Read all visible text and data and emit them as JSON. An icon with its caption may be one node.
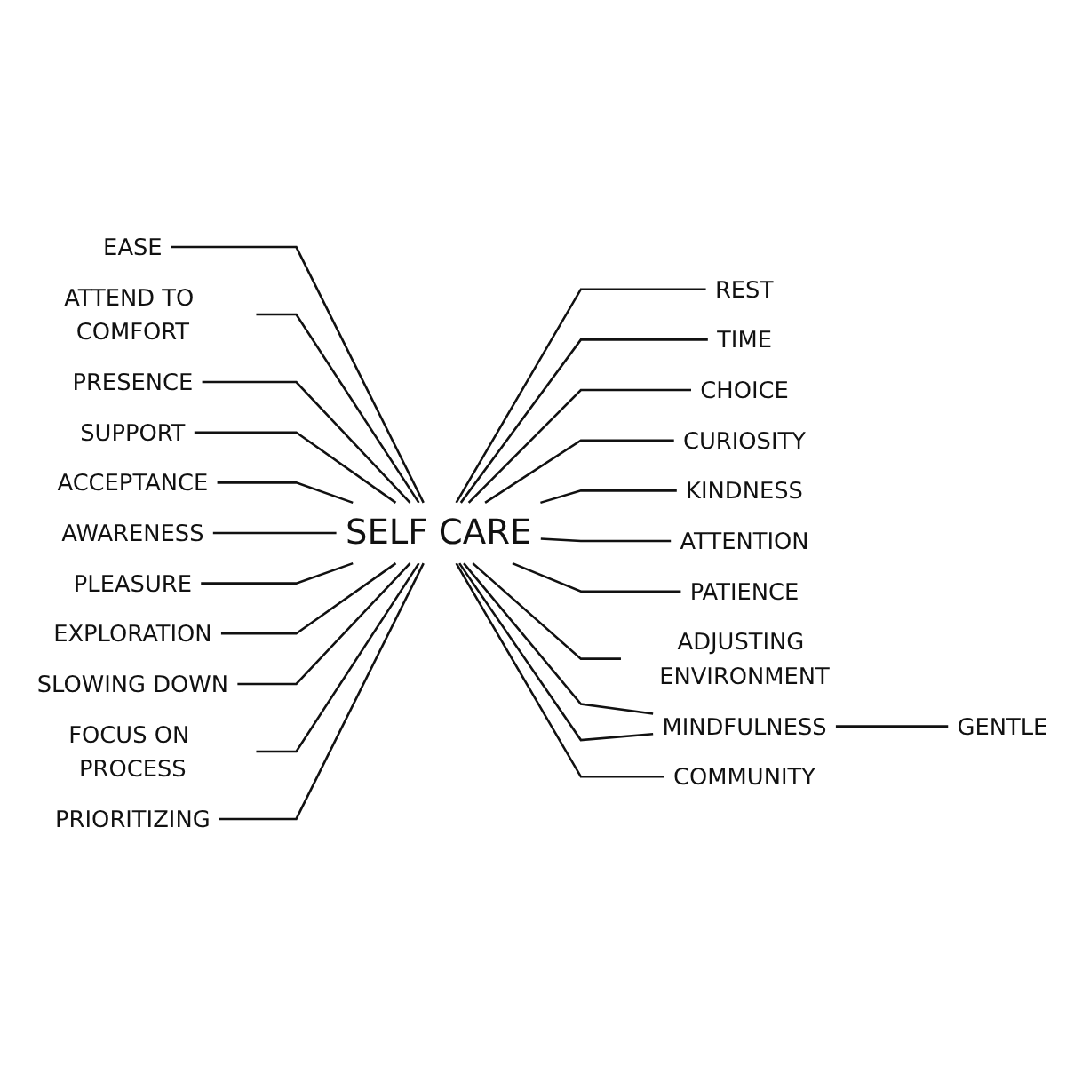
{
  "diagram": {
    "nodes": [
      {
        "text": [
          "SELF CARE"
        ]
      },
      {
        "text": [
          "EASE"
        ]
      },
      {
        "text": [
          "REST"
        ]
      },
      {
        "text": [
          "ATTEND TO COMFORT"
        ]
      },
      {
        "text": [
          "TIME"
        ]
      },
      {
        "text": [
          "CHOICE"
        ]
      },
      {
        "text": [
          "PRESENCE"
        ]
      },
      {
        "text": [
          "CURIOSITY"
        ]
      },
      {
        "text": [
          "SUPPORT"
        ]
      },
      {
        "text": [
          "KINDNESS"
        ]
      },
      {
        "text": [
          "ACCEPTANCE"
        ]
      },
      {
        "text": [
          "ATTENTION"
        ]
      },
      {
        "text": [
          "PATIENCE"
        ]
      },
      {
        "text": [
          "AWARENESS"
        ]
      },
      {
        "text": [
          "ADJUSTING ENVIRONMENT"
        ]
      },
      {
        "text": [
          "PLEASURE"
        ]
      },
      {
        "text": [
          "EXPLORATION"
        ]
      },
      {
        "text": [
          "SLOWING DOWN"
        ]
      },
      {
        "text": [
          "MINDFULNESS"
        ]
      },
      {
        "text": [
          "FOCUS ON PROCESS"
        ]
      },
      {
        "text": [
          "GENTLE"
        ]
      },
      {
        "text": [
          "PRIORITIZING"
        ]
      },
      {
        "text": [
          "COMMUNITY"
        ]
      }
    ],
    "edges": [
      {
        "from": 1,
        "to": 0,
        "arrow": "none"
      },
      {
        "from": 0,
        "to": 2,
        "arrow": "none"
      },
      {
        "from": 3,
        "to": 0,
        "arrow": "none"
      },
      {
        "from": 0,
        "to": 4,
        "arrow": "none"
      },
      {
        "from": 0,
        "to": 5,
        "arrow": "none"
      },
      {
        "from": 6,
        "to": 0,
        "arrow": "none"
      },
      {
        "from": 0,
        "to": 7,
        "arrow": "none"
      },
      {
        "from": 8,
        "to": 0,
        "arrow": "none"
      },
      {
        "from": 0,
        "to": 9,
        "arrow": "none"
      },
      {
        "from": 10,
        "to": 0,
        "arrow": "none"
      },
      {
        "from": 0,
        "to": 11,
        "arrow": "none"
      },
      {
        "from": 0,
        "to": 12,
        "arrow": "none"
      },
      {
        "from": 13,
        "to": 0,
        "arrow": "none"
      },
      {
        "from": 0,
        "to": 14,
        "arrow": "none"
      },
      {
        "from": 15,
        "to": 0,
        "arrow": "none"
      },
      {
        "from": 16,
        "to": 0,
        "arrow": "none"
      },
      {
        "from": 17,
        "to": 0,
        "arrow": "none"
      },
      {
        "from": 0,
        "to": 18,
        "arrow": "none"
      },
      {
        "from": 0,
        "to": 18,
        "arrow": "none"
      },
      {
        "from": 19,
        "to": 0,
        "arrow": "none"
      },
      {
        "from": 18,
        "to": 20,
        "arrow": "none"
      },
      {
        "from": 21,
        "to": 0,
        "arrow": "none"
      },
      {
        "from": 0,
        "to": 22,
        "arrow": "none"
      }
    ]
  }
}
